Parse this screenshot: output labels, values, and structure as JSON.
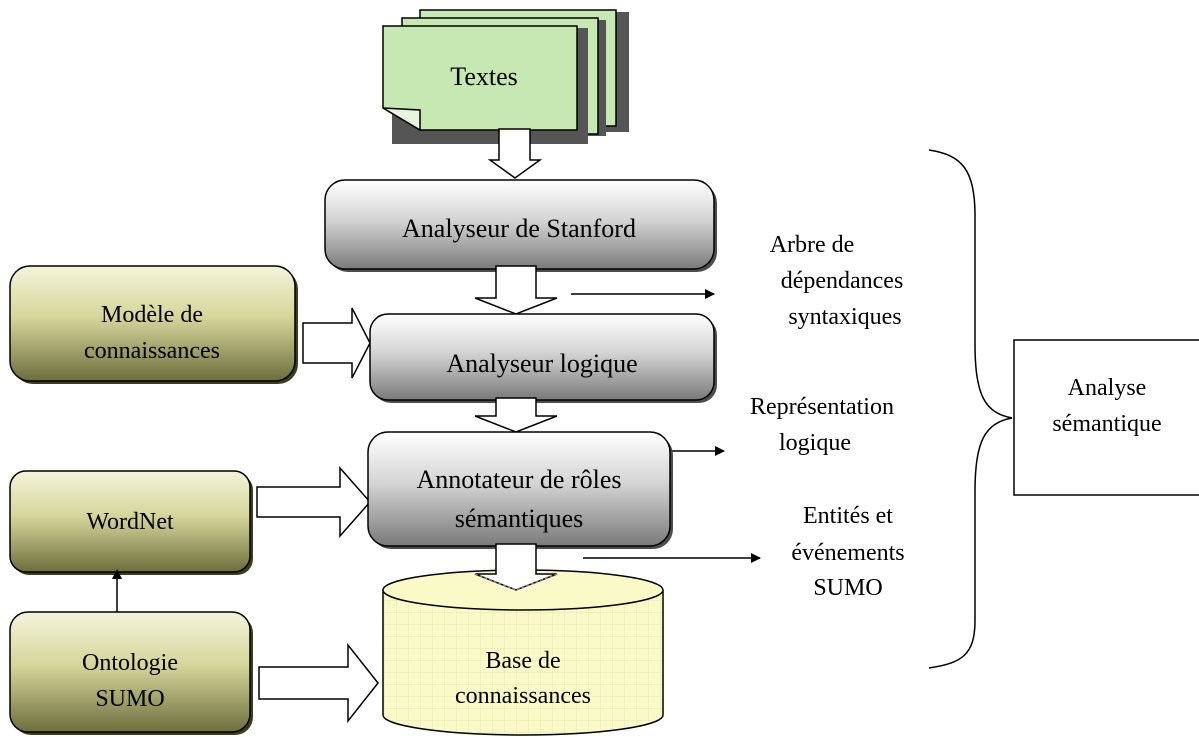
{
  "input": {
    "label": "Textes"
  },
  "pipeline": {
    "stanford": "Analyseur de Stanford",
    "logical": "Analyseur logique",
    "annotator_line1": "Annotateur de rôles",
    "annotator_line2": "sémantiques"
  },
  "resources": {
    "model_line1": "Modèle de",
    "model_line2": "connaissances",
    "wordnet": "WordNet",
    "sumo_line1": "Ontologie",
    "sumo_line2": "SUMO"
  },
  "knowledge_base": {
    "line1": "Base de",
    "line2": "connaissances"
  },
  "outputs": {
    "dep_line1": "Arbre de",
    "dep_line2": "dépendances",
    "dep_line3": "syntaxiques",
    "logic_line1": "Représentation",
    "logic_line2": "logique",
    "entities_line1": "Entités et",
    "entities_line2": "événements",
    "entities_line3": "SUMO"
  },
  "semantic_analysis": {
    "line1": "Analyse",
    "line2": "sémantique"
  },
  "colors": {
    "document_fill": "#c6e8b2",
    "gray_box_mid": "#b0b0b0",
    "olive_box_mid": "#c9c98a",
    "cylinder_fill": "#fafac8"
  }
}
